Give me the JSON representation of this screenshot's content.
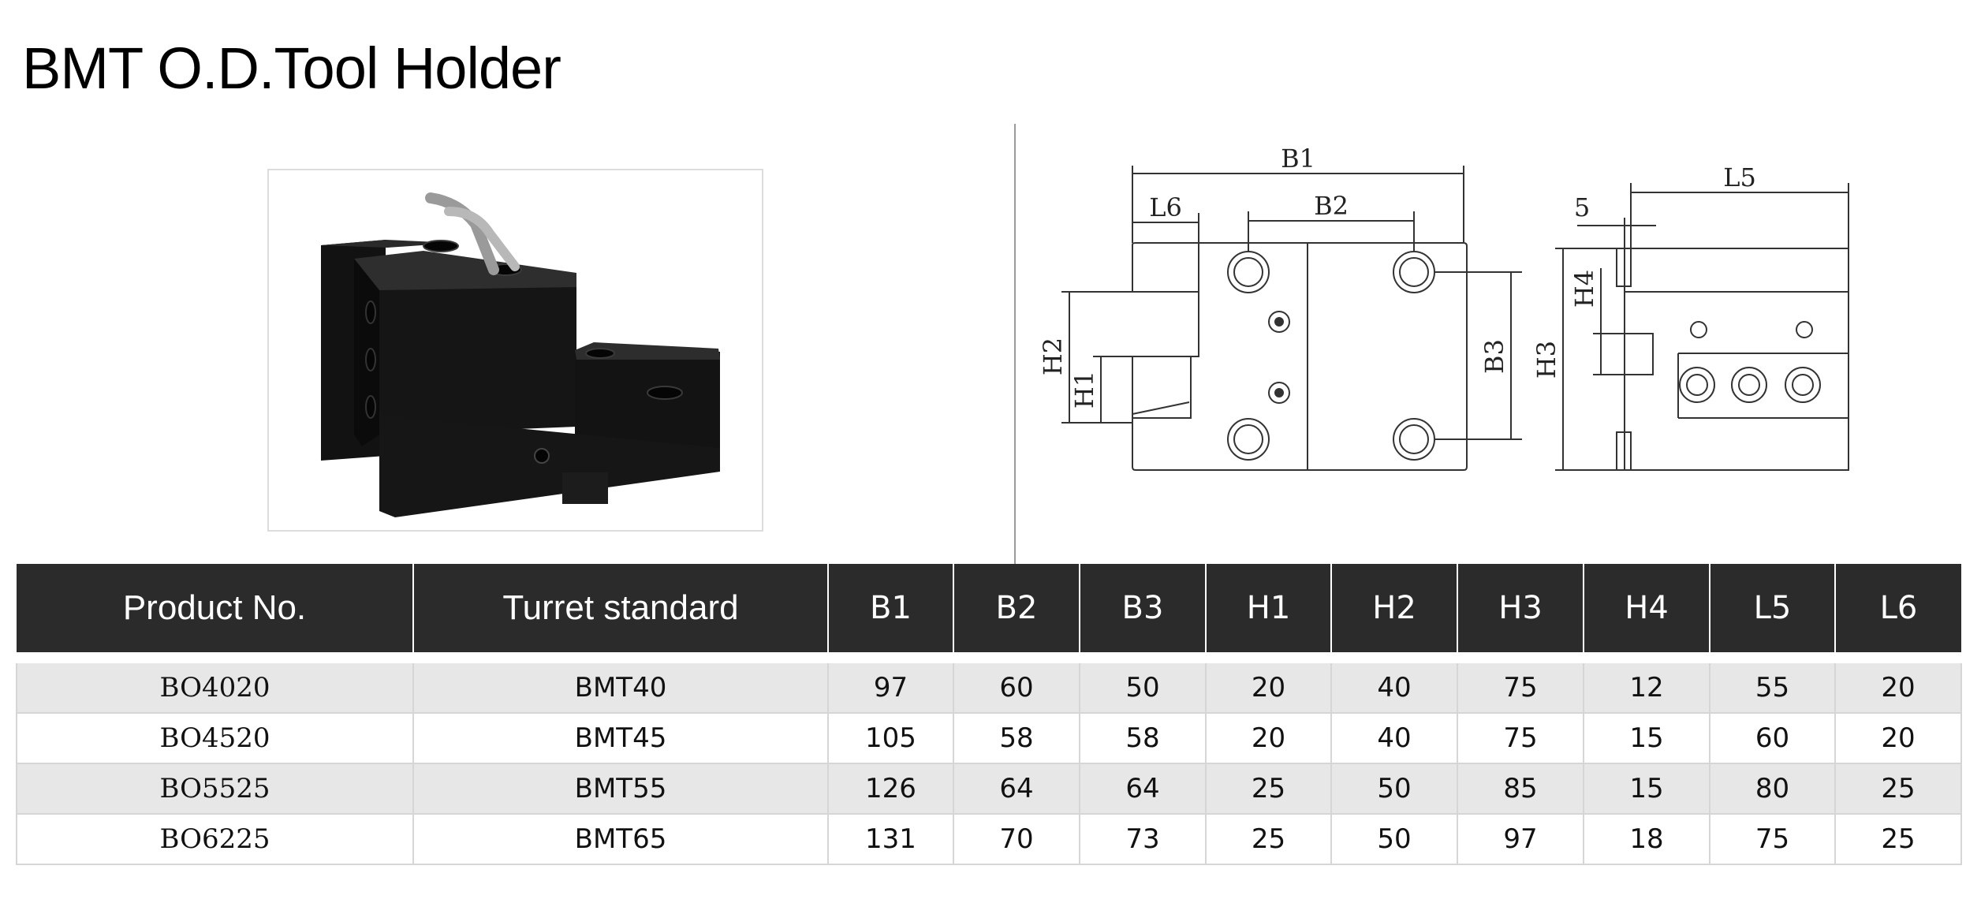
{
  "title": "BMT O.D.Tool Holder",
  "drawing_labels": {
    "b1": "B1",
    "b2": "B2",
    "b3": "B3",
    "l5": "L5",
    "l6": "L6",
    "h1": "H1",
    "h2": "H2",
    "h3": "H3",
    "h4": "H4",
    "five": "5"
  },
  "table": {
    "headers": [
      "Product No.",
      "Turret standard",
      "B1",
      "B2",
      "B3",
      "H1",
      "H2",
      "H3",
      "H4",
      "L5",
      "L6"
    ],
    "rows": [
      [
        "BO4020",
        "BMT40",
        "97",
        "60",
        "50",
        "20",
        "40",
        "75",
        "12",
        "55",
        "20"
      ],
      [
        "BO4520",
        "BMT45",
        "105",
        "58",
        "58",
        "20",
        "40",
        "75",
        "15",
        "60",
        "20"
      ],
      [
        "BO5525",
        "BMT55",
        "126",
        "64",
        "64",
        "25",
        "50",
        "85",
        "15",
        "80",
        "25"
      ],
      [
        "BO6225",
        "BMT65",
        "131",
        "70",
        "73",
        "25",
        "50",
        "97",
        "18",
        "75",
        "25"
      ]
    ]
  },
  "colors": {
    "header_bg": "#2b2b2b",
    "row_shade": "#e7e7e7",
    "holder_body": "#141414"
  }
}
